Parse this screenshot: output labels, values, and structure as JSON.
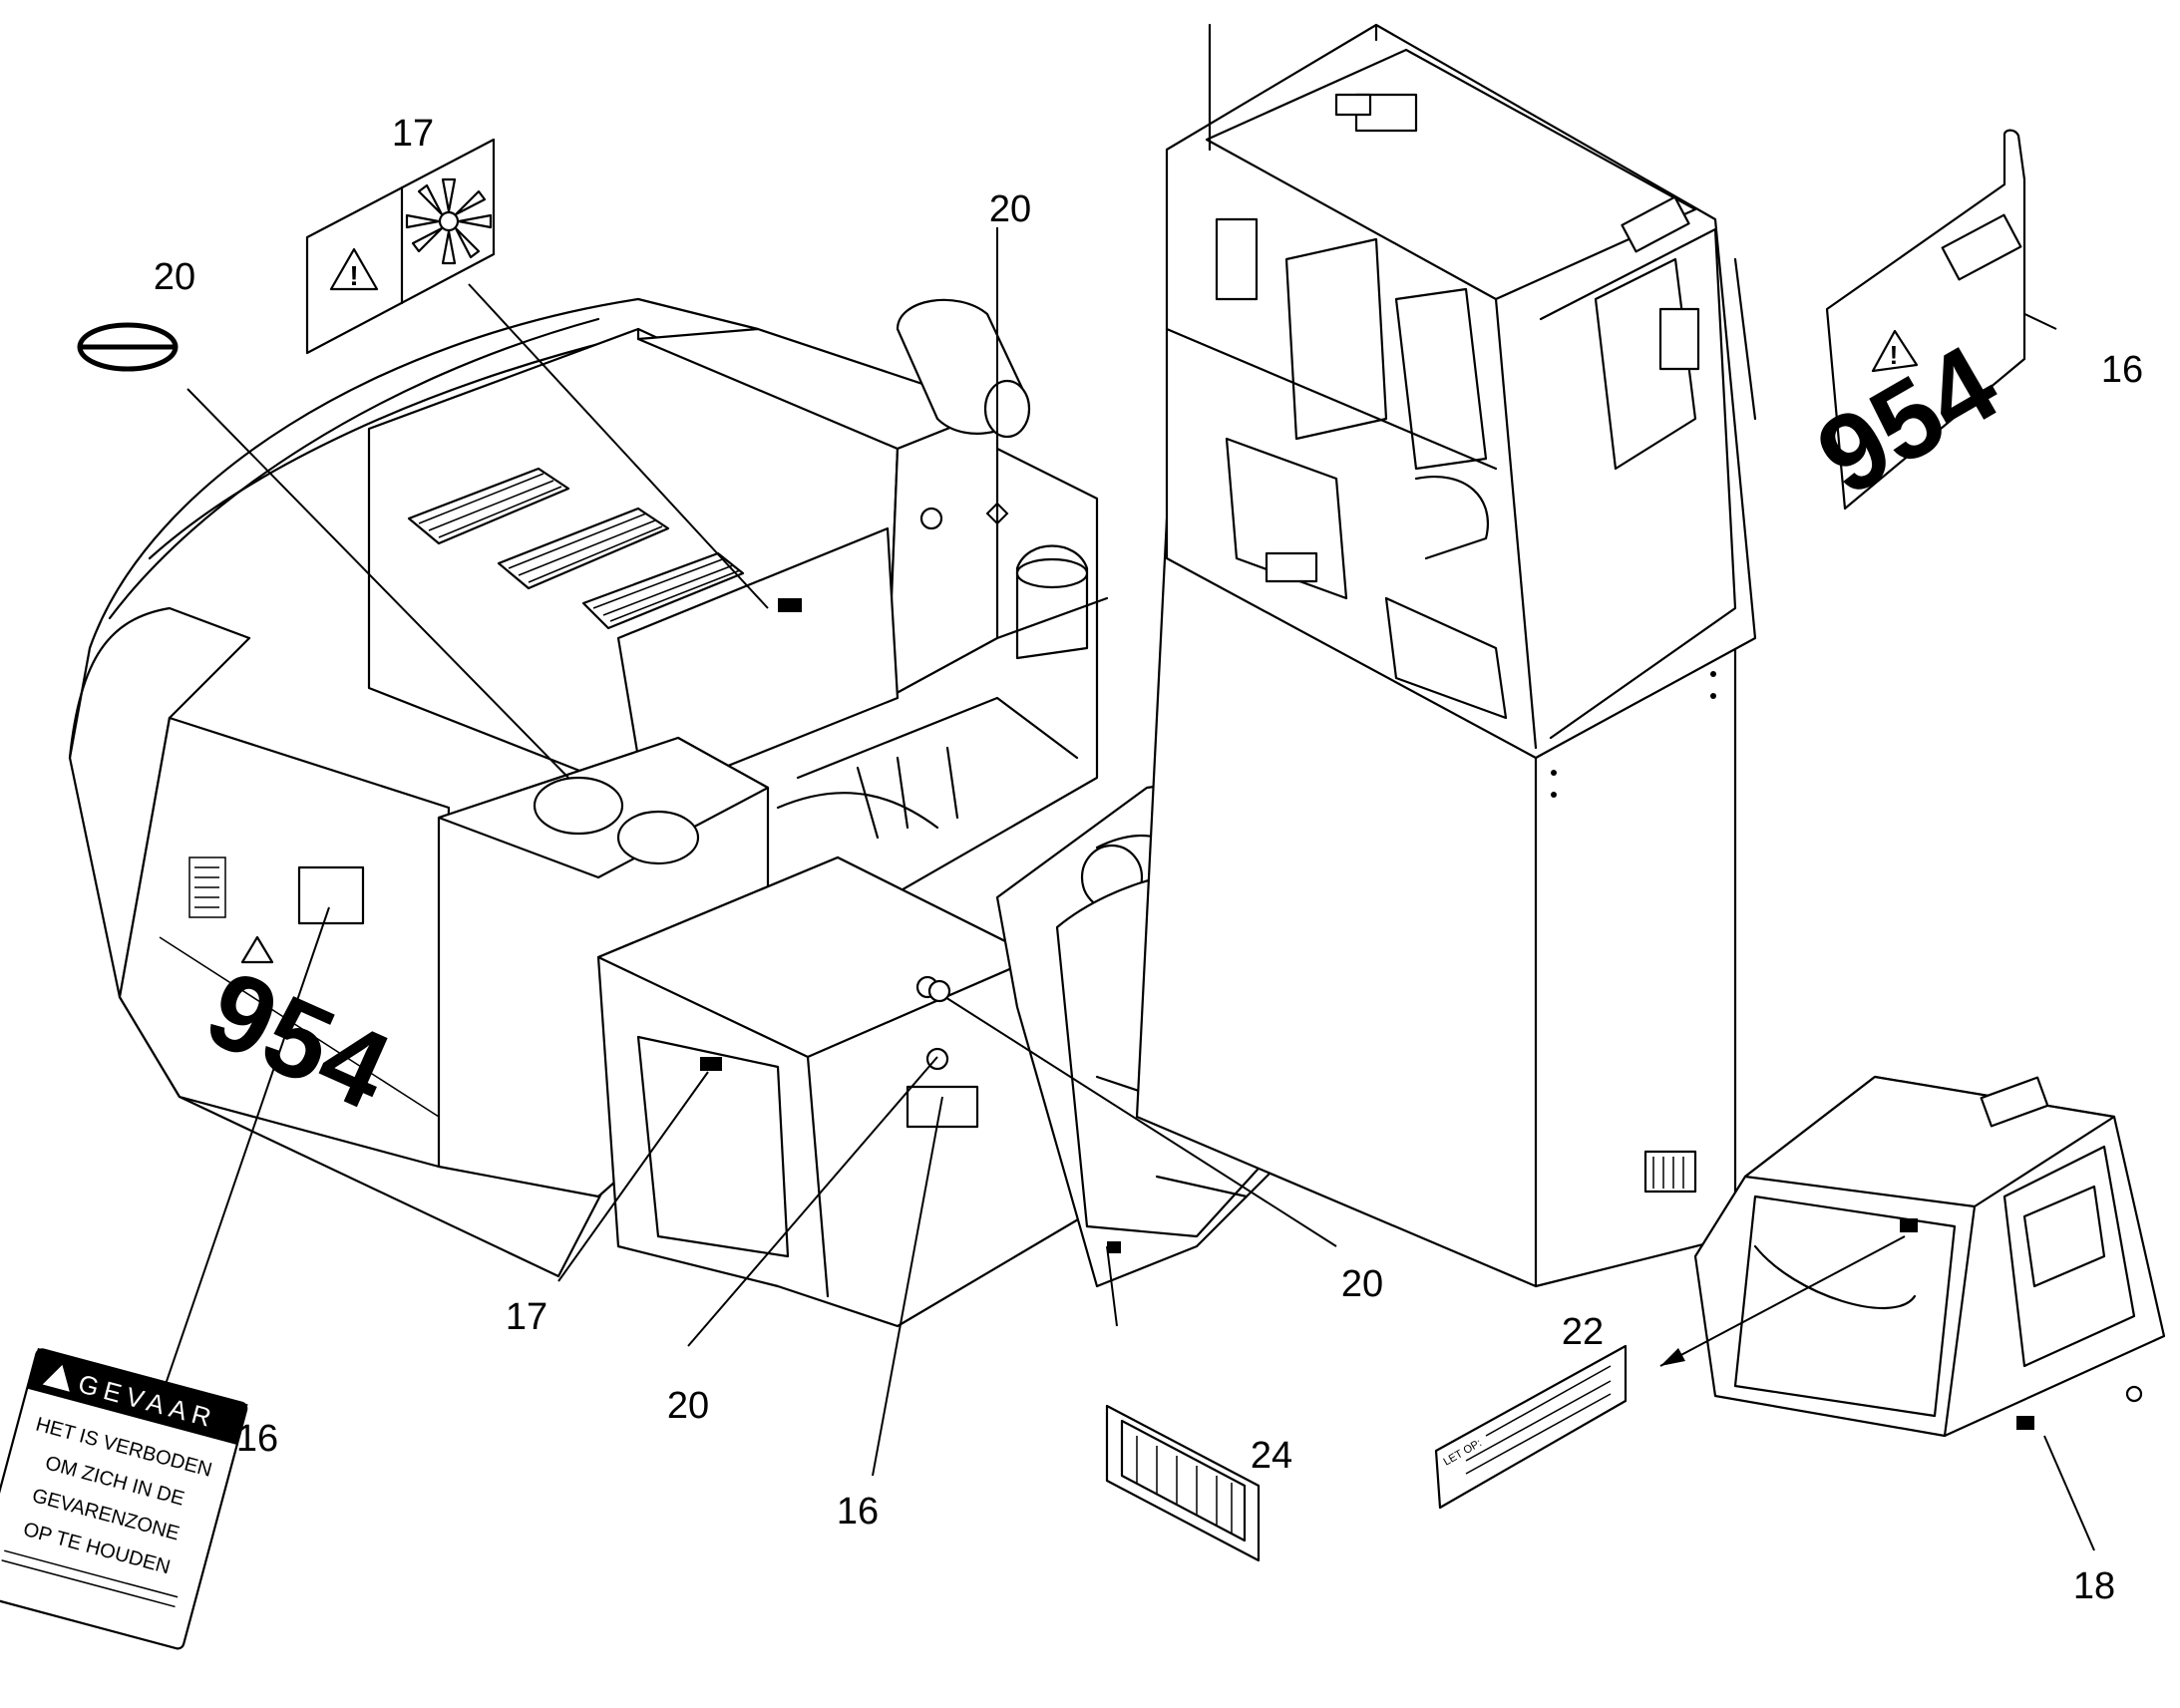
{
  "callouts": [
    {
      "label": "17"
    },
    {
      "label": "20"
    },
    {
      "label": "20"
    },
    {
      "label": "16"
    },
    {
      "label": "16"
    },
    {
      "label": "17"
    },
    {
      "label": "20"
    },
    {
      "label": "16"
    },
    {
      "label": "20"
    },
    {
      "label": "22"
    },
    {
      "label": "24"
    },
    {
      "label": "18"
    }
  ],
  "warning_decal": {
    "header": "GEVAAR",
    "lines": [
      "HET IS VERBODEN",
      "OM ZICH IN DE",
      "GEVARENZONE",
      "OP TE HOUDEN"
    ]
  },
  "model_decal": {
    "text": "954"
  },
  "side_model_text": "954",
  "plate_22": {
    "prefix": "LET OP:"
  },
  "icons": [
    "warning-triangle-icon",
    "fan-icon"
  ]
}
